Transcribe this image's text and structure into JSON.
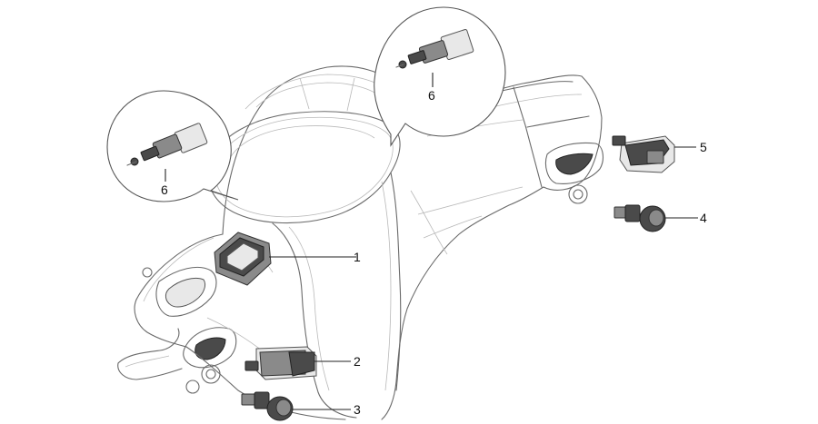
{
  "callouts": {
    "part_1": "1",
    "part_2": "2",
    "part_3": "3",
    "part_4": "4",
    "part_5": "5",
    "detail_left": "6",
    "detail_top": "6"
  }
}
